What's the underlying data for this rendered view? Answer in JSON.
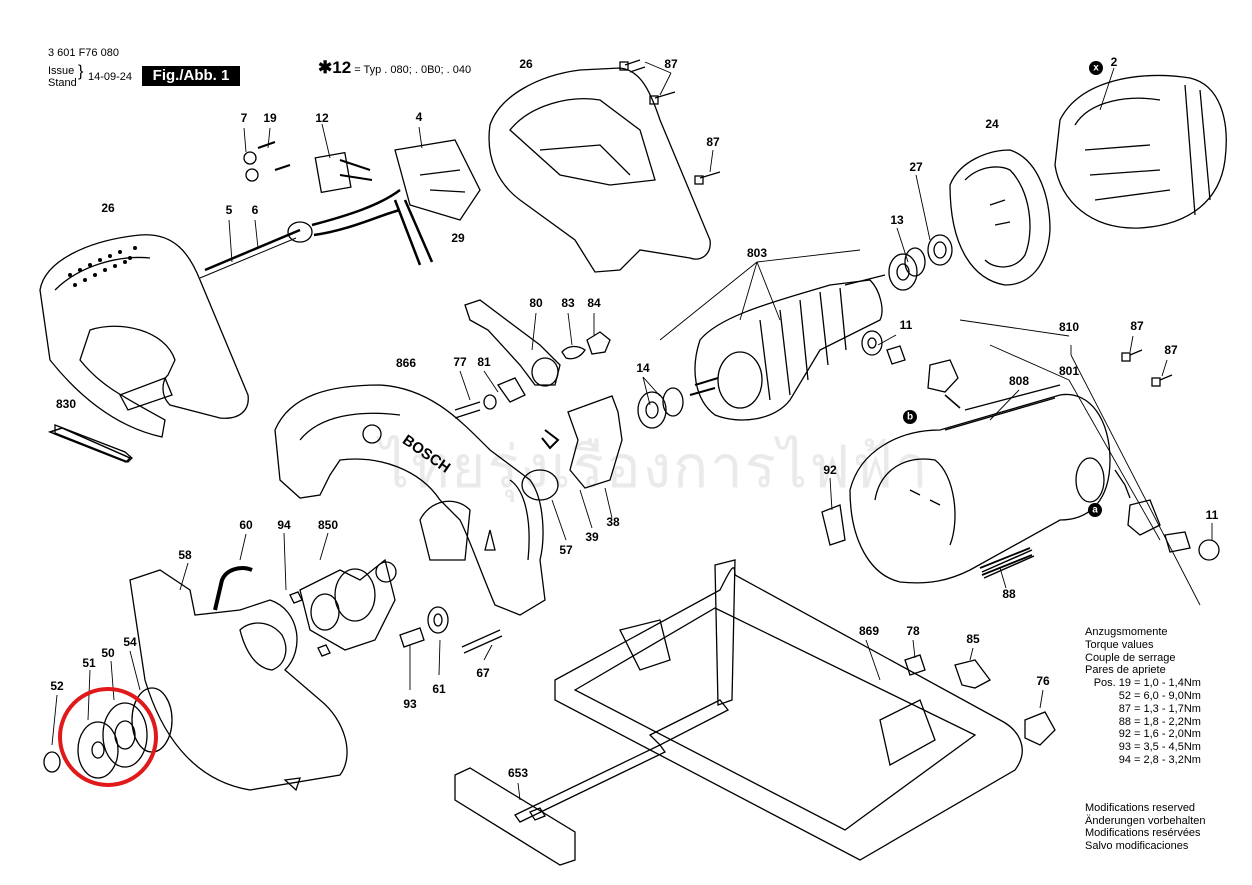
{
  "header": {
    "part_number": "3 601 F76 080",
    "issue_label": "Issue",
    "stand_label": "Stand",
    "date": "14-09-24",
    "figure": "Fig./Abb. 1",
    "typ_note_star": "✱12",
    "typ_note": "= Typ . 080; . 0B0; . 040"
  },
  "watermark": "ไทยรุ่งเรืองการไฟฟ้า",
  "part_labels": [
    "7",
    "19",
    "12",
    "4",
    "26",
    "87",
    "87",
    "2",
    "24",
    "26",
    "5",
    "6",
    "29",
    "27",
    "13",
    "803",
    "80",
    "83",
    "84",
    "11",
    "810",
    "87",
    "87",
    "866",
    "77",
    "81",
    "14",
    "808",
    "801",
    "830",
    "92",
    "11",
    "60",
    "94",
    "850",
    "57",
    "39",
    "38",
    "58",
    "88",
    "54",
    "50",
    "51",
    "52",
    "93",
    "61",
    "67",
    "869",
    "78",
    "85",
    "76",
    "653",
    "a",
    "b",
    "x"
  ],
  "torque": {
    "titles": [
      "Anzugsmomente",
      "Torque values",
      "Couple de serrage",
      "Pares de apriete"
    ],
    "rows": [
      {
        "pos": "Pos. 19",
        "value": "= 1,0 - 1,4Nm"
      },
      {
        "pos": "52",
        "value": "= 6,0 - 9,0Nm"
      },
      {
        "pos": "87",
        "value": "= 1,3 - 1,7Nm"
      },
      {
        "pos": "88",
        "value": "= 1,8 - 2,2Nm"
      },
      {
        "pos": "92",
        "value": "= 1,6 - 2,0Nm"
      },
      {
        "pos": "93",
        "value": "= 3,5 - 4,5Nm"
      },
      {
        "pos": "94",
        "value": "= 2,8 - 3,2Nm"
      }
    ]
  },
  "modifications": [
    "Modifications reserved",
    "Änderungen vorbehalten",
    "Modifications resérvées",
    "Salvo modificaciones"
  ],
  "colors": {
    "highlight": "#e0191a",
    "ink": "#000000"
  }
}
